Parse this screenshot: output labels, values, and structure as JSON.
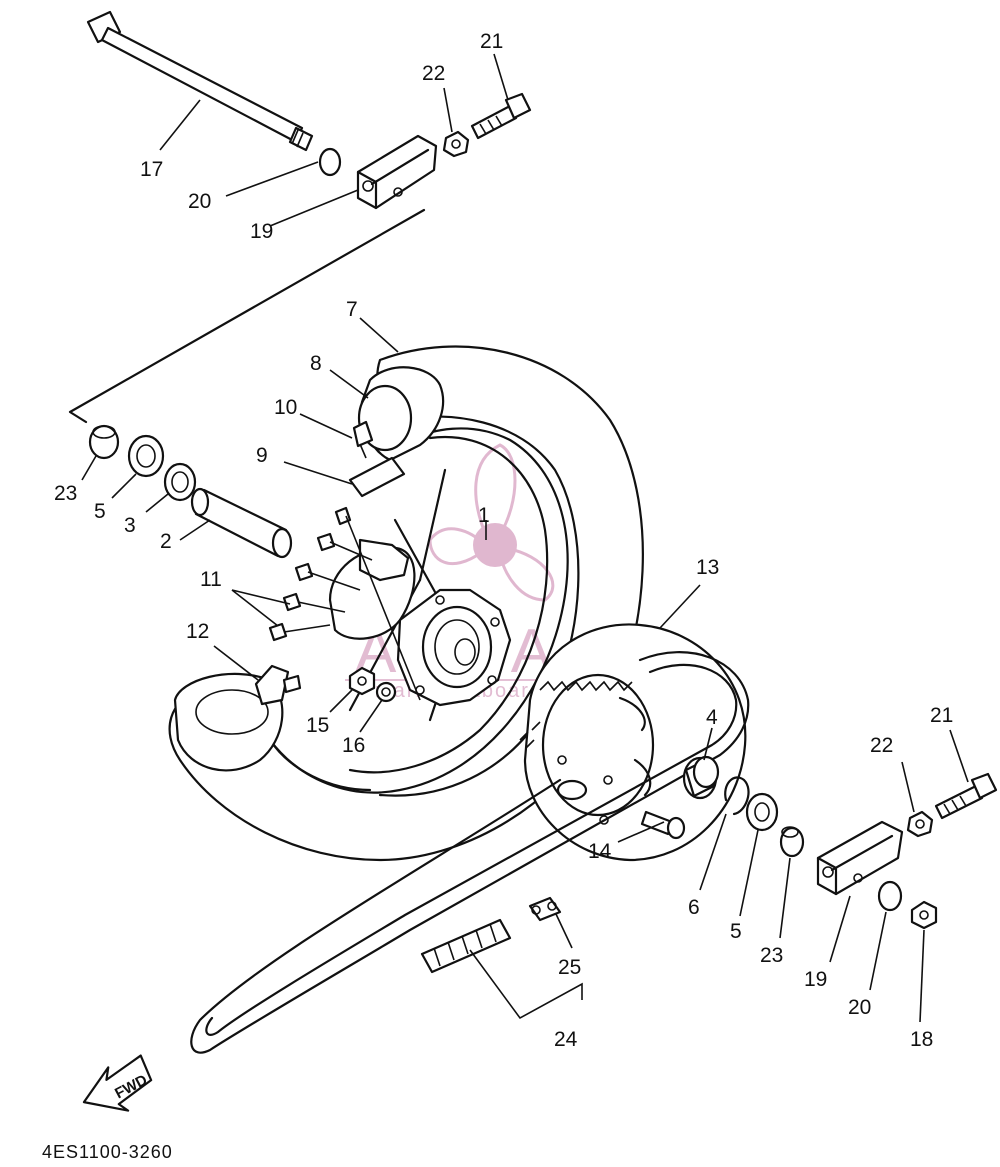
{
  "diagram": {
    "code": "4ES1100-3260",
    "direction_label": "FWD",
    "watermark": {
      "brand": "ARMADA",
      "tagline": "marineoutboards"
    },
    "colors": {
      "line": "#111111",
      "watermark": "#d9a6c4"
    },
    "callouts": {
      "c1": "1",
      "c2": "2",
      "c3": "3",
      "c4": "4",
      "c5a": "5",
      "c5b": "5",
      "c6": "6",
      "c7": "7",
      "c8": "8",
      "c9": "9",
      "c10": "10",
      "c11": "11",
      "c12": "12",
      "c13": "13",
      "c14": "14",
      "c15": "15",
      "c16": "16",
      "c17": "17",
      "c18": "18",
      "c19a": "19",
      "c19b": "19",
      "c20a": "20",
      "c20b": "20",
      "c21a": "21",
      "c21b": "21",
      "c22a": "22",
      "c22b": "22",
      "c23a": "23",
      "c23b": "23",
      "c24": "24",
      "c25": "25"
    }
  }
}
